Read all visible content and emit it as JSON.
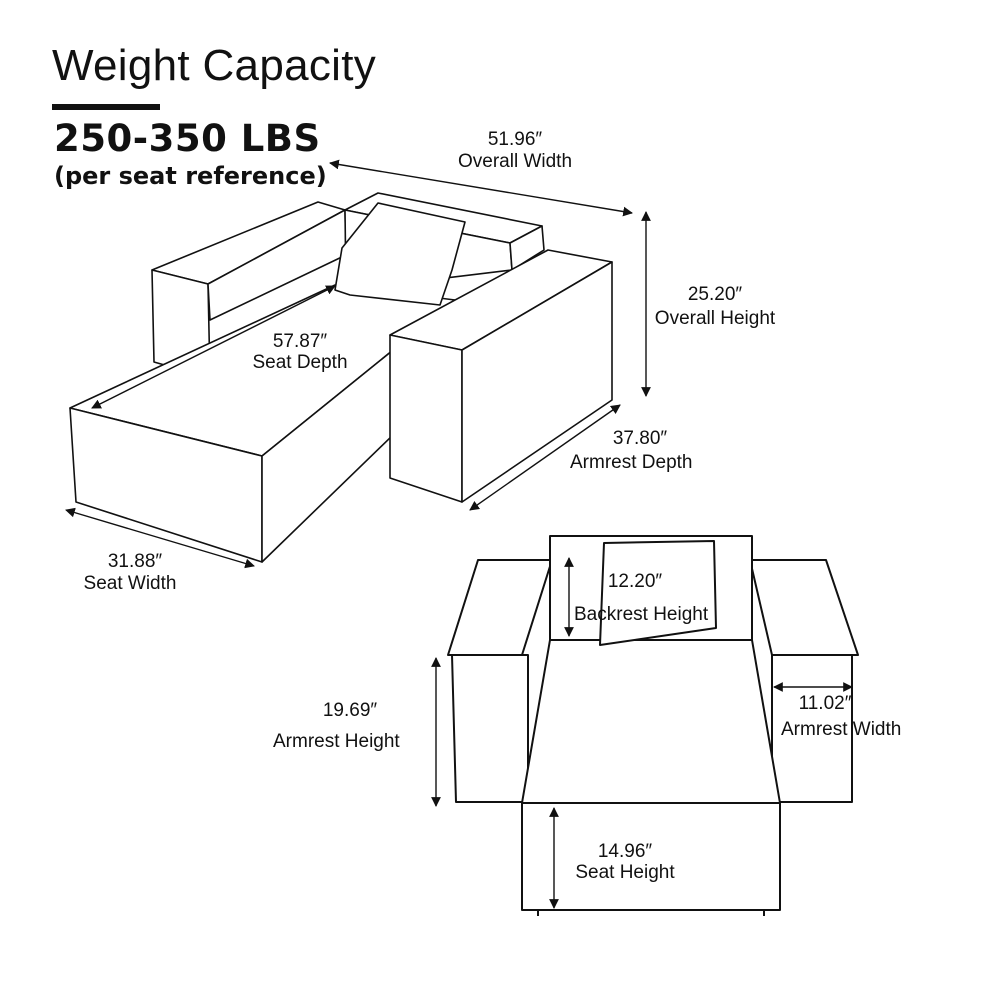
{
  "header": {
    "title": "Weight Capacity",
    "capacity": "250-350 LBS",
    "note": "(per seat reference)"
  },
  "dimensions": {
    "overall_width": {
      "value": "51.96″",
      "label": "Overall Width"
    },
    "overall_height": {
      "value": "25.20″",
      "label": "Overall  Height"
    },
    "seat_depth": {
      "value": "57.87″",
      "label": "Seat Depth"
    },
    "armrest_depth": {
      "value": "37.80″",
      "label": "Armrest Depth"
    },
    "seat_width": {
      "value": "31.88″",
      "label": "Seat Width"
    },
    "backrest_height": {
      "value": "12.20″",
      "label": "Backrest Height"
    },
    "armrest_height": {
      "value": "19.69″",
      "label": "Armrest Height"
    },
    "armrest_width": {
      "value": "11.02″",
      "label": "Armrest Width"
    },
    "seat_height": {
      "value": "14.96″",
      "label": "Seat Height"
    }
  },
  "colors": {
    "ink": "#111111",
    "background": "#ffffff"
  }
}
